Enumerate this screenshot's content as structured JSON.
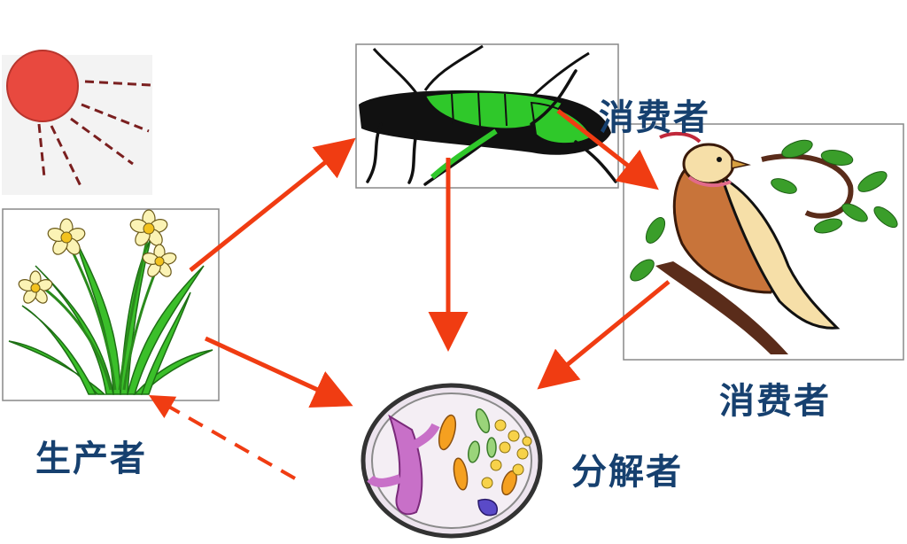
{
  "labels": {
    "producer": "生产者",
    "consumer_primary": "消费者",
    "consumer_secondary": "消费者",
    "decomposer": "分解者"
  },
  "colors": {
    "arrow": "#f03c12",
    "label_text": "#16406f",
    "sun": "#e8493f",
    "plant_leaf": "#3bbf2a",
    "grasshopper": "#2fc82a",
    "bird_body": "#c8743a",
    "bird_wing": "#f6dfa8",
    "microbe_dish": "#e8e0e8"
  },
  "icons": {
    "sun": "sun-icon",
    "plant": "daffodil-plant-icon",
    "grasshopper": "grasshopper-icon",
    "bird": "bird-icon",
    "microbes": "microbes-dish-icon"
  }
}
